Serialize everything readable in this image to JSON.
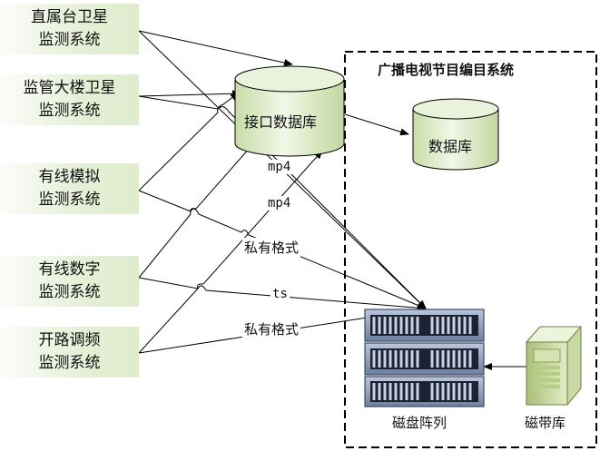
{
  "sources": [
    {
      "line1": "直属台卫星",
      "line2": "监测系统"
    },
    {
      "line1": "监管大楼卫星",
      "line2": "监测系统"
    },
    {
      "line1": "有线模拟",
      "line2": "监测系统"
    },
    {
      "line1": "有线数字",
      "line2": "监测系统"
    },
    {
      "line1": "开路调频",
      "line2": "监测系统"
    }
  ],
  "interface_db": "接口数据库",
  "system_title": "广播电视节目编目系统",
  "system_db": "数据库",
  "edge_labels": {
    "mp4_a": "mp4",
    "mp4_b": "mp4",
    "private_a": "私有格式",
    "ts": "ts",
    "private_b": "私有格式"
  },
  "disk_array": "磁盘阵列",
  "tape_library": "磁带库"
}
